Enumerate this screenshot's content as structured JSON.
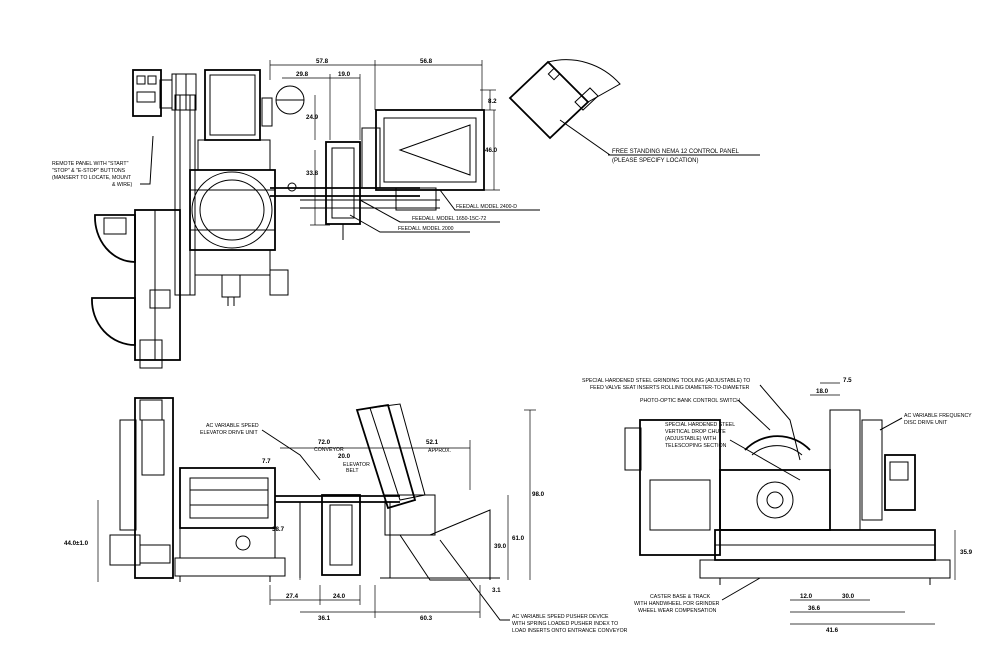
{
  "plan_view": {
    "labels": {
      "remote_panel": [
        "REMOTE PANEL WITH \"START\"",
        "\"STOP\" & \"E-STOP\" BUTTONS",
        "(MANSERT TO LOCATE, MOUNT",
        "& WIRE)"
      ],
      "control_panel": [
        "FREE STANDING NEMA 12 CONTROL PANEL",
        "(PLEASE SPECIFY LOCATION)"
      ],
      "feedall_2400": "FEEDALL MODEL 2400-D",
      "feedall_1650": "FEEDALL MODEL 1650-15C-72",
      "feedall_2000": "FEEDALL MODEL 2000"
    },
    "dims": {
      "d57_8": "57.8",
      "d56_8": "56.8",
      "d29_8": "29.8",
      "d19_0": "19.0",
      "d8_2": "8.2",
      "d24_9": "24.9",
      "d46_0": "46.0",
      "d33_8": "33.8"
    }
  },
  "side_view": {
    "labels": {
      "ac_drive": [
        "AC VARIABLE SPEED",
        "ELEVATOR DRIVE UNIT"
      ],
      "conveyor": "CONVEYOR",
      "elevator_belt": [
        "ELEVATOR",
        "BELT"
      ],
      "approx": "APPROX.",
      "pusher_device": [
        "AC VARIABLE SPEED PUSHER DEVICE",
        "WITH SPRING LOADED PUSHER INDEX TO",
        "LOAD INSERTS ONTO ENTRANCE CONVEYOR"
      ]
    },
    "dims": {
      "d72_0": "72.0",
      "d20_0": "20.0",
      "d7_7": "7.7",
      "d52_1": "52.1",
      "d98_0": "98.0",
      "d61_0": "61.0",
      "d39_0": "39.0",
      "d38_7": "38.7",
      "d44": "44.0±1.0",
      "d27_4": "27.4",
      "d24_0": "24.0",
      "d36_1": "36.1",
      "d60_3": "60.3",
      "d3_1": "3.1"
    }
  },
  "end_view": {
    "labels": {
      "tooling": [
        "SPECIAL HARDENED STEEL GRINDING TOOLING (ADJUSTABLE) TO",
        "FEED VALVE SEAT INSERTS ROLLING DIAMETER-TO-DIAMETER"
      ],
      "switch": "PHOTO-OPTIC BANK CONTROL SWITCH",
      "chute": [
        "SPECIAL HARDENED STEEL",
        "VERTICAL DROP CHUTE",
        "(ADJUSTABLE) WITH",
        "TELESCOPING SECTION"
      ],
      "freq_drive": [
        "AC VARIABLE FREQUENCY",
        "DISC DRIVE UNIT"
      ],
      "caster": [
        "CASTER BASE & TRACK",
        "WITH HANDWHEEL FOR GRINDER",
        "WHEEL WEAR COMPENSATION"
      ]
    },
    "dims": {
      "d7_5": "7.5",
      "d18_0": "18.0",
      "d35_9": "35.9",
      "d12_0": "12.0",
      "d30_0": "30.0",
      "d36_6": "36.6",
      "d41_6": "41.6"
    }
  }
}
